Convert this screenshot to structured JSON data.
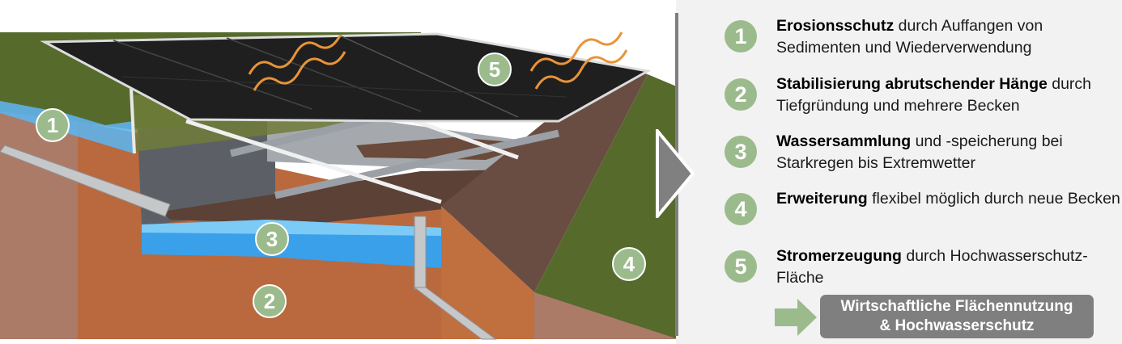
{
  "colors": {
    "badge_green": "#9bbb8c",
    "panel_bg": "#f2f2f2",
    "result_bg": "#7f7f7f",
    "heat_wave": "#e8943a",
    "water": "#3aa0ea",
    "soil": "#b9693d",
    "grass": "#566a2c"
  },
  "illustration": {
    "labels": [
      "1",
      "2",
      "3",
      "4",
      "5"
    ]
  },
  "legend": {
    "items": [
      {
        "number": "1",
        "bold": "Erosionsschutz",
        "rest": " durch Auffangen von Sedimenten und Wiederverwendung"
      },
      {
        "number": "2",
        "bold": "Stabilisierung abrutschender Hänge",
        "rest": " durch Tiefgründung und mehrere Becken"
      },
      {
        "number": "3",
        "bold": "Wassersammlung",
        "rest": " und -speicherung bei Starkregen bis Extremwetter"
      },
      {
        "number": "4",
        "bold": "Erweiterung",
        "rest": " flexibel möglich durch neue Becken"
      },
      {
        "number": "5",
        "bold": "Stromerzeugung",
        "rest": " durch Hochwasserschutz-Fläche"
      }
    ],
    "result": {
      "line1": "Wirtschaftliche Flächennutzung",
      "line2": "& Hochwasserschutz"
    }
  }
}
